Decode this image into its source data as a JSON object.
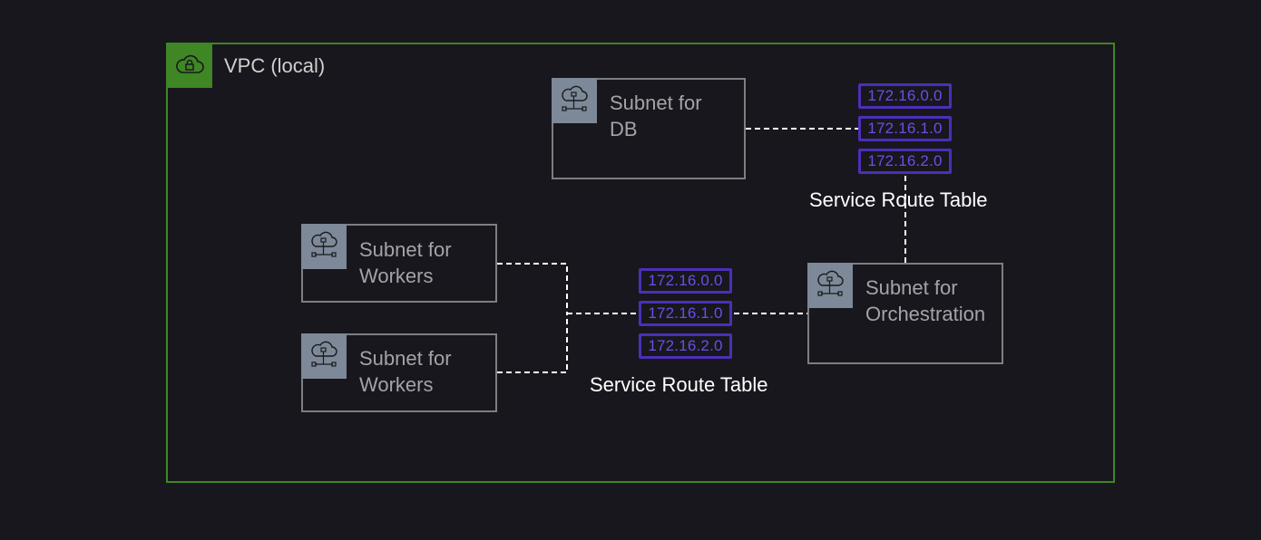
{
  "vpc": {
    "title": "VPC (local)",
    "icon": "vpc-cloud-lock-icon",
    "color": "#3f8624"
  },
  "subnets": {
    "db": {
      "line1": "Subnet for",
      "line2": "DB"
    },
    "workers_1": {
      "line1": "Subnet for",
      "line2": "Workers"
    },
    "workers_2": {
      "line1": "Subnet for",
      "line2": "Workers"
    },
    "orchestration": {
      "line1": "Subnet for",
      "line2": "Orchestration"
    },
    "icon": "subnet-cloud-network-icon"
  },
  "route_tables": {
    "top": {
      "label": "Service Route Table",
      "routes": [
        "172.16.0.0",
        "172.16.1.0",
        "172.16.2.0"
      ]
    },
    "bottom": {
      "label": "Service Route Table",
      "routes": [
        "172.16.0.0",
        "172.16.1.0",
        "172.16.2.0"
      ]
    },
    "color": "#4c2fb8"
  }
}
